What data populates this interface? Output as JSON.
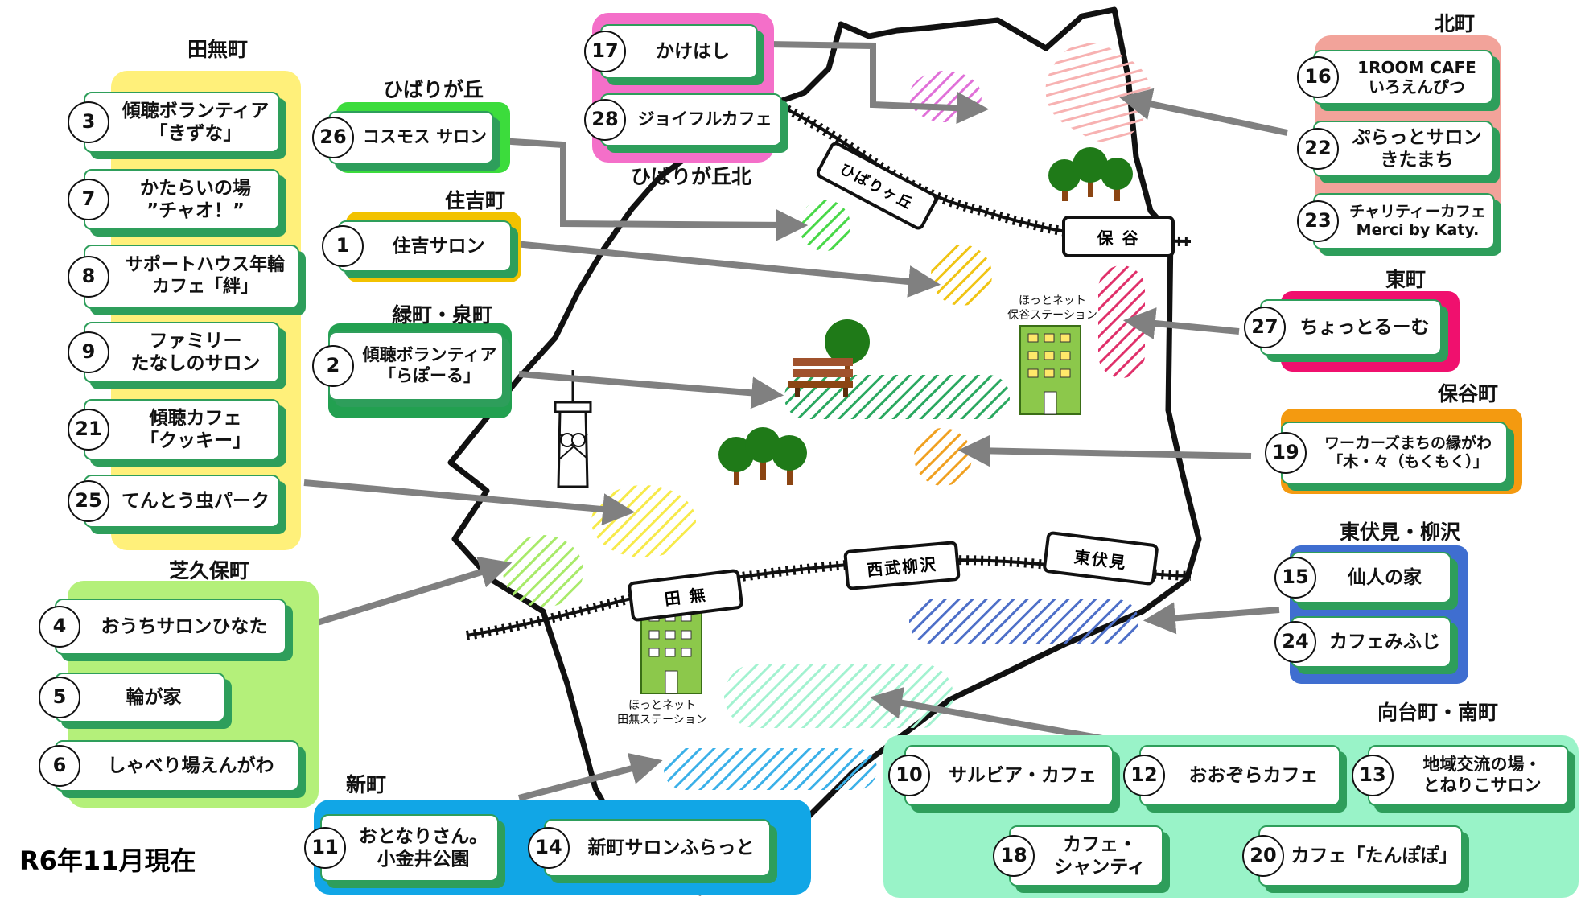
{
  "date_note": "R6年11月現在",
  "stations": [
    {
      "id": "hibarigaoka",
      "label": "ひばりヶ丘"
    },
    {
      "id": "hoya",
      "label": "保 谷"
    },
    {
      "id": "tanashi",
      "label": "田 無"
    },
    {
      "id": "seibu-yagisawa",
      "label": "西武柳沢"
    },
    {
      "id": "higashifushimi",
      "label": "東伏見"
    }
  ],
  "hotnet": {
    "hoya": {
      "line1": "ほっとネット",
      "line2": "保谷ステーション"
    },
    "tanashi": {
      "line1": "ほっとネット",
      "line2": "田無ステーション"
    }
  },
  "regions": {
    "tanashi_cho": "田無町",
    "hibarigaoka": "ひばりが丘",
    "sumiyoshi": "住吉町",
    "midori_izumi": "緑町・泉町",
    "shibakubo": "芝久保町",
    "shinmachi": "新町",
    "hibarigaoka_kita": "ひばりが丘北",
    "kitamachi": "北町",
    "higashimachi": "東町",
    "hoyacho": "保谷町",
    "higashifushimi_yagisawa": "東伏見・柳沢",
    "mukodai_minami": "向台町・南町"
  },
  "salons": [
    {
      "id": "s3",
      "num": "3",
      "name": "傾聴ボランティア\n「きずな」"
    },
    {
      "id": "s7",
      "num": "7",
      "name": "かたらいの場\n”チャオ！”"
    },
    {
      "id": "s8",
      "num": "8",
      "name": "サポートハウス年輪\nカフェ「絆」"
    },
    {
      "id": "s9",
      "num": "9",
      "name": "ファミリー\nたなしのサロン"
    },
    {
      "id": "s21",
      "num": "21",
      "name": "傾聴カフェ\n「クッキー」"
    },
    {
      "id": "s25",
      "num": "25",
      "name": "てんとう虫パーク"
    },
    {
      "id": "s26",
      "num": "26",
      "name": "コスモス サロン"
    },
    {
      "id": "s1",
      "num": "1",
      "name": "住吉サロン"
    },
    {
      "id": "s2",
      "num": "2",
      "name": "傾聴ボランティア\n「らぽーる」"
    },
    {
      "id": "s4",
      "num": "4",
      "name": "おうちサロンひなた"
    },
    {
      "id": "s5",
      "num": "5",
      "name": "輪が家"
    },
    {
      "id": "s6",
      "num": "6",
      "name": "しゃべり場えんがわ"
    },
    {
      "id": "s17",
      "num": "17",
      "name": "かけはし"
    },
    {
      "id": "s28",
      "num": "28",
      "name": "ジョイフルカフェ"
    },
    {
      "id": "s16",
      "num": "16",
      "name": "1ROOM CAFE\nいろえんぴつ"
    },
    {
      "id": "s22",
      "num": "22",
      "name": "ぷらっとサロン\nきたまち"
    },
    {
      "id": "s23",
      "num": "23",
      "name": "チャリティーカフェ\nMerci by Katy."
    },
    {
      "id": "s27",
      "num": "27",
      "name": "ちょっとるーむ"
    },
    {
      "id": "s19",
      "num": "19",
      "name": "ワーカーズまちの縁がわ\n「木・々（もくもく）」"
    },
    {
      "id": "s15",
      "num": "15",
      "name": "仙人の家"
    },
    {
      "id": "s24",
      "num": "24",
      "name": "カフェみふじ"
    },
    {
      "id": "s10",
      "num": "10",
      "name": "サルビア・カフェ"
    },
    {
      "id": "s12",
      "num": "12",
      "name": "おおぞらカフェ"
    },
    {
      "id": "s13",
      "num": "13",
      "name": "地域交流の場・\nとねりこサロン"
    },
    {
      "id": "s18",
      "num": "18",
      "name": "カフェ・\nシャンティ"
    },
    {
      "id": "s20",
      "num": "20",
      "name": "カフェ「たんぽぽ」"
    },
    {
      "id": "s11",
      "num": "11",
      "name": "おとなりさん。\n小金井公園"
    },
    {
      "id": "s14",
      "num": "14",
      "name": "新町サロンふらっと"
    }
  ],
  "colors": {
    "tanashi_cho": "#fff07a",
    "hibarigaoka": "#3cdc3c",
    "sumiyoshi": "#f2c200",
    "midori_izumi": "#22a050",
    "shibakubo": "#b4f07a",
    "shinmachi": "#11a6e6",
    "hibarigaoka_kita": "#f46fc9",
    "kitamachi": "#f2a39a",
    "higashimachi": "#f0106e",
    "hoyacho": "#f49a10",
    "higashifushimi_yagisawa": "#3f6ed0",
    "mukodai_minami": "#99f3c8",
    "card_border": "#2e9e5b",
    "arrow": "#808080"
  }
}
